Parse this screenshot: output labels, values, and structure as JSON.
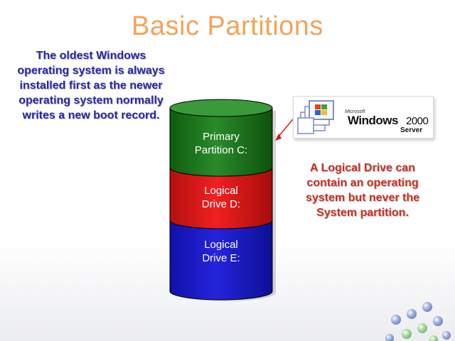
{
  "slide": {
    "title": "Basic Partitions",
    "left_note": "The oldest Windows operating system is always installed first as the newer operating system normally writes a new boot record.",
    "right_note": "A Logical Drive can contain an operating system but never the System partition."
  },
  "cylinder": {
    "segments": [
      {
        "line1": "Primary",
        "line2": "Partition C:",
        "color": "#1e7a1e"
      },
      {
        "line1": "Logical",
        "line2": "Drive D:",
        "color": "#e01818"
      },
      {
        "line1": "Logical",
        "line2": "Drive E:",
        "color": "#1a1acc"
      }
    ]
  },
  "logo": {
    "microsoft": "Microsoft",
    "windows": "Windows",
    "version": "2000",
    "edition": "Server"
  },
  "colors": {
    "title": "#f3a35c",
    "left_note": "#2a2aa0",
    "right_note": "#c2352b",
    "arrow": "#d81b1b"
  }
}
